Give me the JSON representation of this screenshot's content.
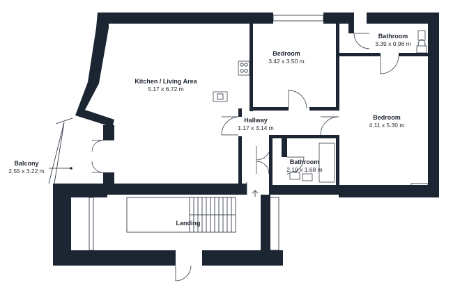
{
  "rooms": {
    "kitchen": {
      "name": "Kitchen / Living Area",
      "dims": "5.17 x 6.72 m"
    },
    "bedroom1": {
      "name": "Bedroom",
      "dims": "3.42 x 3.50 m"
    },
    "bathroom1": {
      "name": "Bathroom",
      "dims": "3.39 x 0.96 m"
    },
    "bedroom2": {
      "name": "Bedroom",
      "dims": "4.11 x 5.30 m"
    },
    "hallway": {
      "name": "Hallway",
      "dims": "1.17 x 3.14 m"
    },
    "bathroom2": {
      "name": "Bathroom",
      "dims": "2.10 x 1.68 m"
    },
    "balcony": {
      "name": "Balcony",
      "dims": "2.55 x 3.22 m"
    },
    "landing": {
      "name": "Landing",
      "dims": ""
    }
  },
  "colors": {
    "wall": "#1c2633",
    "text": "#1f2630",
    "background": "#ffffff"
  },
  "icons": [
    "hob-icon",
    "sink-icon",
    "entrance-arrow-icon",
    "toilet-icon",
    "shower-icon"
  ]
}
